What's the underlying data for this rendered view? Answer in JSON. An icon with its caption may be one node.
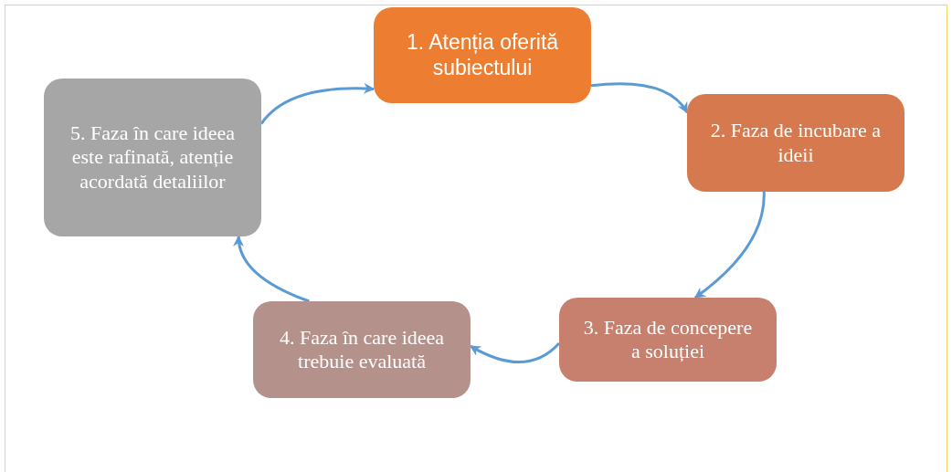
{
  "diagram": {
    "nodes": [
      {
        "text": [
          "1. Atenția oferită subiectului"
        ]
      },
      {
        "text": [
          "2. Faza de incubare a ideii"
        ]
      },
      {
        "text": [
          "3. Faza de concepere a soluției"
        ]
      },
      {
        "text": [
          "4. Faza în care ideea trebuie evaluată"
        ]
      },
      {
        "text": [
          "5. Faza în care ideea este rafinată, atenție acordată detaliilor"
        ]
      }
    ],
    "edges": [
      {
        "from": 4,
        "to": 0,
        "arrow": "to"
      },
      {
        "from": 0,
        "to": 1,
        "arrow": "to"
      },
      {
        "from": 1,
        "to": 2,
        "arrow": "to"
      },
      {
        "from": 2,
        "to": 3,
        "arrow": "to"
      },
      {
        "from": 3,
        "to": 4,
        "arrow": "to"
      }
    ]
  }
}
